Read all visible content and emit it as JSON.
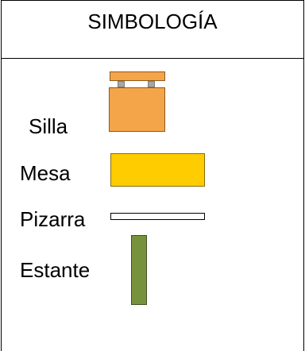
{
  "legend": {
    "title": "SIMBOLOGÍA",
    "items": [
      {
        "label": "Silla",
        "symbol": "chair-symbol",
        "color": "#F4A54A",
        "accent_color": "#A6A6A6"
      },
      {
        "label": "Mesa",
        "symbol": "table-symbol",
        "color": "#FFCC00"
      },
      {
        "label": "Pizarra",
        "symbol": "board-symbol",
        "color": "#FFFFFF"
      },
      {
        "label": "Estante",
        "symbol": "shelf-symbol",
        "color": "#76923C"
      }
    ]
  }
}
